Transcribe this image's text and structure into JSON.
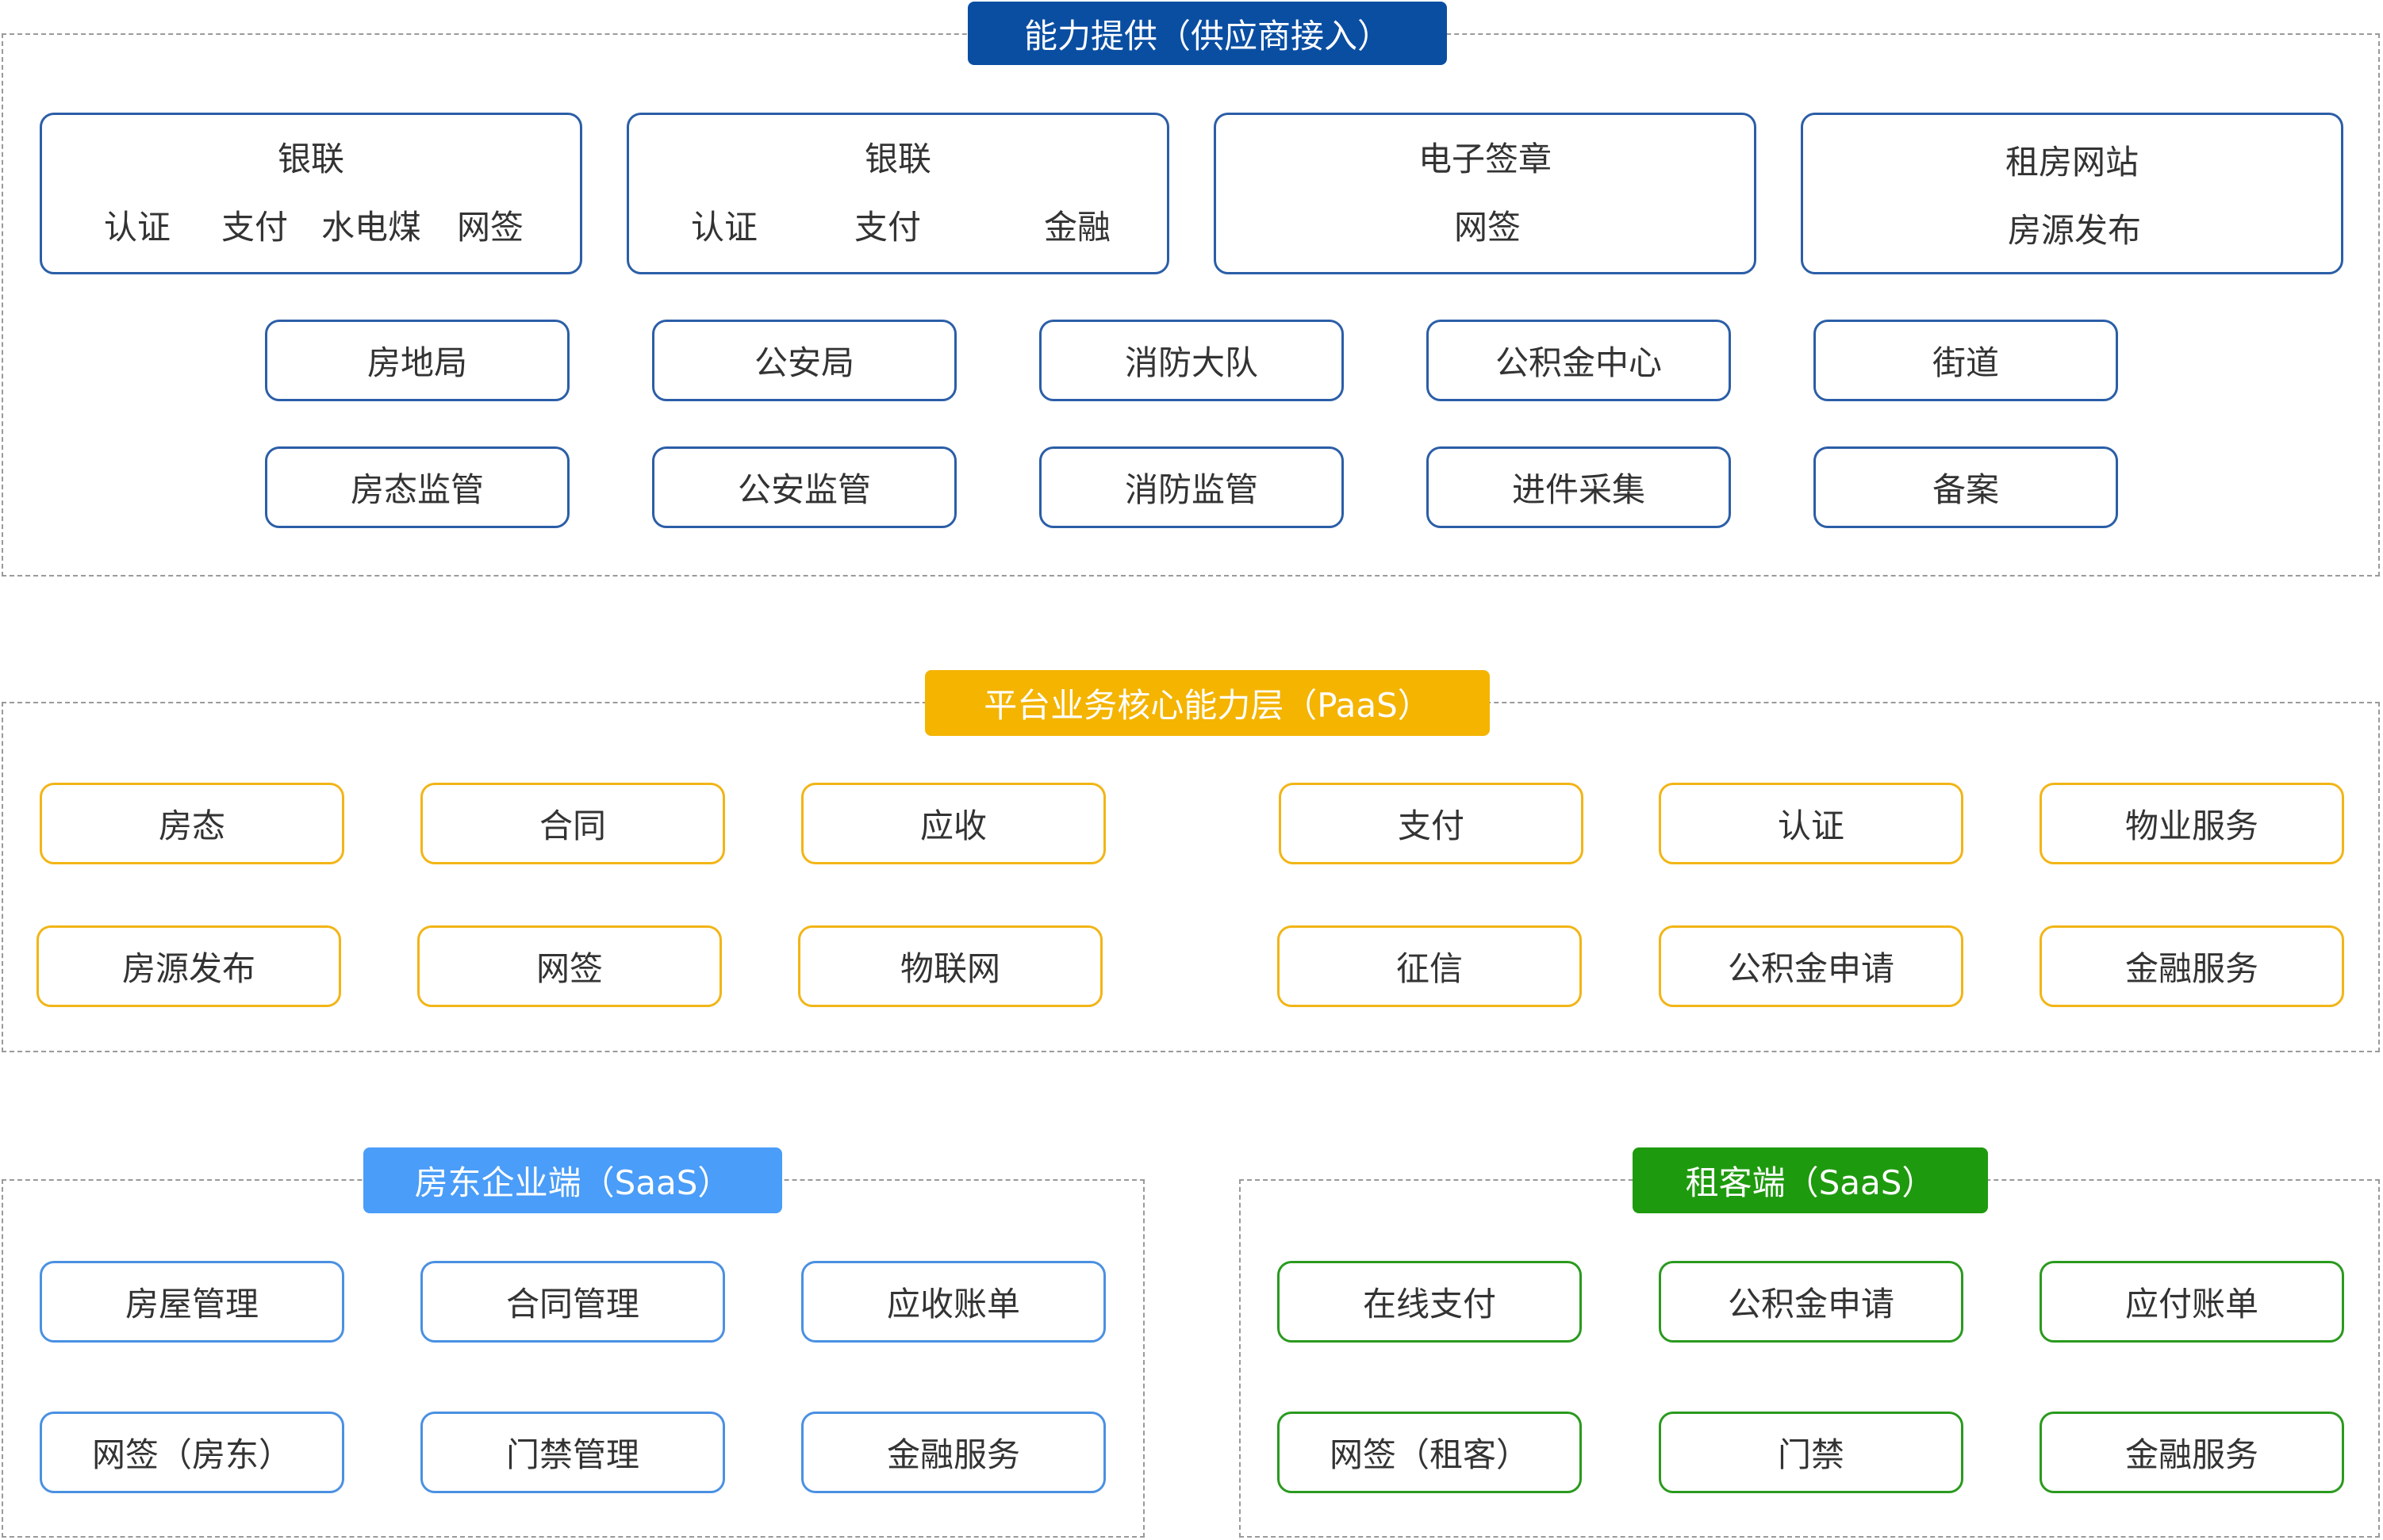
{
  "colors": {
    "provider_title_bg": "#0a4ea2",
    "paas_title_bg": "#f4b400",
    "landlord_title_bg": "#4a9df8",
    "tenant_title_bg": "#1e9a0e",
    "provider_border": "#2b5ea7",
    "paas_border": "#f2b517",
    "landlord_border": "#4a90e2",
    "tenant_border": "#2a9a1e"
  },
  "provider": {
    "title": "能力提供（供应商接入）",
    "partners": [
      {
        "name": "银联",
        "items": [
          "认证",
          "支付",
          "水电煤",
          "网签"
        ]
      },
      {
        "name": "银联",
        "items": [
          "认证",
          "支付",
          "金融"
        ]
      },
      {
        "name": "电子签章",
        "items": [
          "网签"
        ]
      },
      {
        "name": "租房网站",
        "items": [
          "房源发布"
        ]
      }
    ],
    "row1": [
      "房地局",
      "公安局",
      "消防大队",
      "公积金中心",
      "街道"
    ],
    "row2": [
      "房态监管",
      "公安监管",
      "消防监管",
      "进件采集",
      "备案"
    ]
  },
  "paas": {
    "title": "平台业务核心能力层（PaaS）",
    "row1": [
      "房态",
      "合同",
      "应收",
      "支付",
      "认证",
      "物业服务"
    ],
    "row2": [
      "房源发布",
      "网签",
      "物联网",
      "征信",
      "公积金申请",
      "金融服务"
    ]
  },
  "landlord": {
    "title": "房东企业端（SaaS）",
    "row1": [
      "房屋管理",
      "合同管理",
      "应收账单"
    ],
    "row2": [
      "网签（房东）",
      "门禁管理",
      "金融服务"
    ]
  },
  "tenant": {
    "title": "租客端（SaaS）",
    "row1": [
      "在线支付",
      "公积金申请",
      "应付账单"
    ],
    "row2": [
      "网签（租客）",
      "门禁",
      "金融服务"
    ]
  }
}
